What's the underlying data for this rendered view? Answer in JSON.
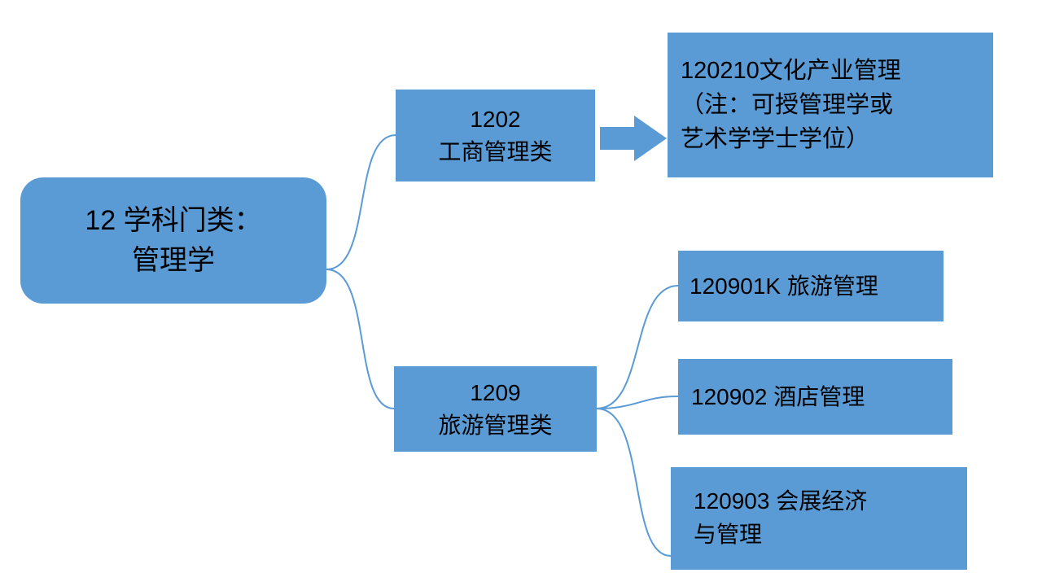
{
  "colors": {
    "box_fill": "#5B9BD5",
    "connector": "#5B9BD5",
    "arrow": "#5B9BD5",
    "text": "#000000",
    "background": "#FFFFFF"
  },
  "nodes": {
    "root": {
      "lines": [
        "12 学科门类：",
        "管理学"
      ]
    },
    "n1202": {
      "lines": [
        "1202",
        "工商管理类"
      ]
    },
    "n1209": {
      "lines": [
        "1209",
        "旅游管理类"
      ]
    },
    "n120210": {
      "lines": [
        "120210文化产业管理",
        "（注：可授管理学或",
        "艺术学学士学位）"
      ]
    },
    "n120901K": {
      "lines": [
        "120901K 旅游管理"
      ]
    },
    "n120902": {
      "lines": [
        "120902 酒店管理"
      ]
    },
    "n120903": {
      "lines": [
        "120903 会展经济",
        "与管理"
      ]
    }
  }
}
